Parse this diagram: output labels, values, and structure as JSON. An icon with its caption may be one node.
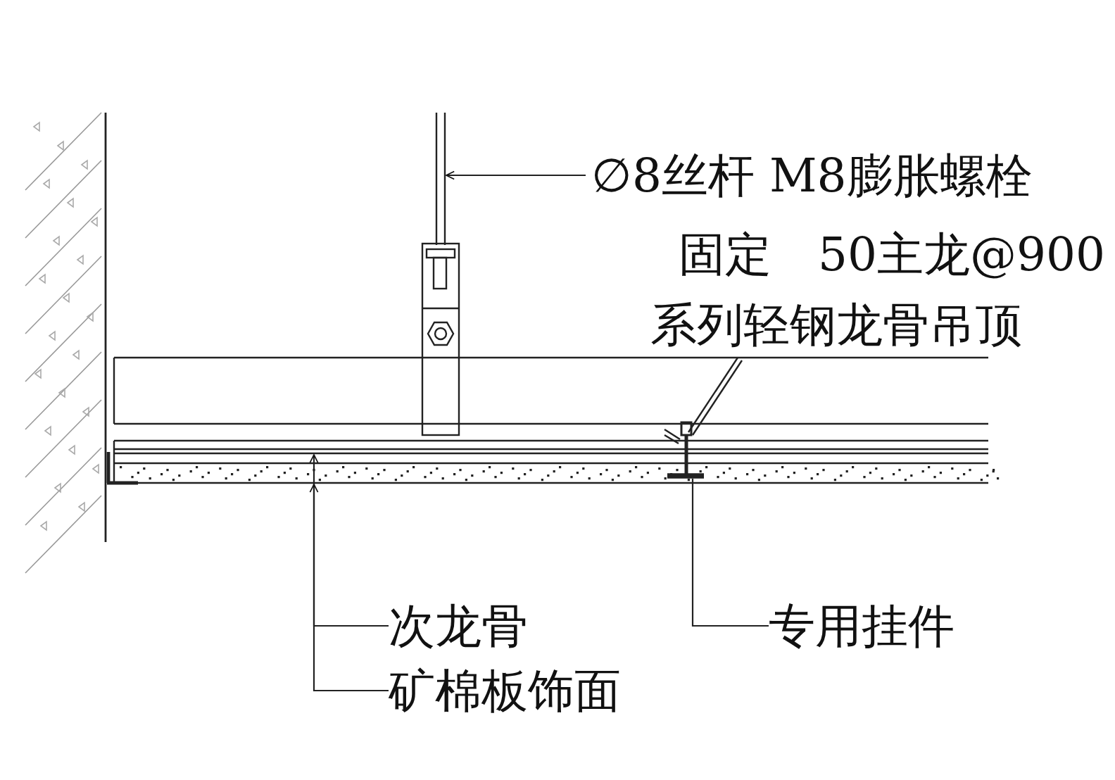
{
  "diagram": {
    "nodes": [
      {
        "text": [
          "∅8丝杆 M8膨胀螺栓",
          "固定　50主龙@900",
          "系列轻钢龙骨吊顶"
        ]
      },
      {
        "text": [
          "次龙骨"
        ]
      },
      {
        "text": [
          "矿棉板饰面"
        ]
      },
      {
        "text": [
          "专用挂件"
        ]
      },
      {
        "text": [],
        "shape": "bar"
      },
      {
        "text": [],
        "shape": "bar"
      },
      {
        "text": [],
        "shape": "bar"
      },
      {
        "text": [],
        "shape": "picture"
      }
    ],
    "edges": [
      {
        "from": 0,
        "to": 4,
        "arrow": "to"
      },
      {
        "from": 1,
        "to": 5,
        "arrow": "to"
      },
      {
        "from": 2,
        "to": 6,
        "arrow": "to"
      },
      {
        "from": 3,
        "to": 7,
        "arrow": "none"
      }
    ]
  }
}
